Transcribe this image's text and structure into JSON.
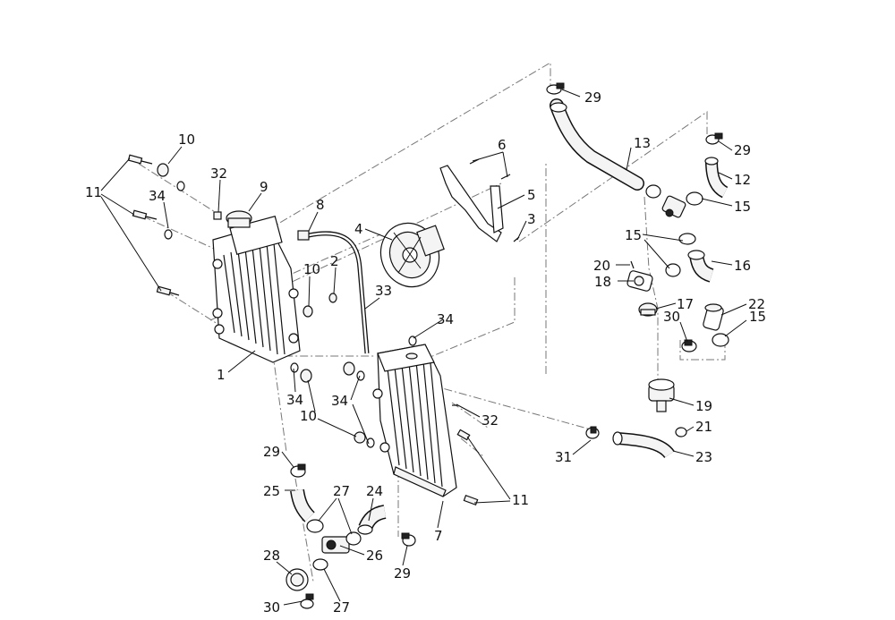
{
  "callouts": [
    {
      "id": "c1",
      "text": "1"
    },
    {
      "id": "c2",
      "text": "2"
    },
    {
      "id": "c3",
      "text": "3"
    },
    {
      "id": "c4",
      "text": "4"
    },
    {
      "id": "c5",
      "text": "5"
    },
    {
      "id": "c6",
      "text": "6"
    },
    {
      "id": "c7",
      "text": "7"
    },
    {
      "id": "c8",
      "text": "8"
    },
    {
      "id": "c9",
      "text": "9"
    },
    {
      "id": "c10a",
      "text": "10"
    },
    {
      "id": "c10b",
      "text": "10"
    },
    {
      "id": "c10c",
      "text": "10"
    },
    {
      "id": "c11a",
      "text": "11"
    },
    {
      "id": "c11b",
      "text": "11"
    },
    {
      "id": "c12",
      "text": "12"
    },
    {
      "id": "c13",
      "text": "13"
    },
    {
      "id": "c15a",
      "text": "15"
    },
    {
      "id": "c15b",
      "text": "15"
    },
    {
      "id": "c15c",
      "text": "15"
    },
    {
      "id": "c16",
      "text": "16"
    },
    {
      "id": "c17",
      "text": "17"
    },
    {
      "id": "c18",
      "text": "18"
    },
    {
      "id": "c19",
      "text": "19"
    },
    {
      "id": "c20",
      "text": "20"
    },
    {
      "id": "c21",
      "text": "21"
    },
    {
      "id": "c22",
      "text": "22"
    },
    {
      "id": "c23",
      "text": "23"
    },
    {
      "id": "c24",
      "text": "24"
    },
    {
      "id": "c25",
      "text": "25"
    },
    {
      "id": "c26",
      "text": "26"
    },
    {
      "id": "c27a",
      "text": "27"
    },
    {
      "id": "c27b",
      "text": "27"
    },
    {
      "id": "c28",
      "text": "28"
    },
    {
      "id": "c29a",
      "text": "29"
    },
    {
      "id": "c29b",
      "text": "29"
    },
    {
      "id": "c29c",
      "text": "29"
    },
    {
      "id": "c29d",
      "text": "29"
    },
    {
      "id": "c30a",
      "text": "30"
    },
    {
      "id": "c30b",
      "text": "30"
    },
    {
      "id": "c31",
      "text": "31"
    },
    {
      "id": "c32a",
      "text": "32"
    },
    {
      "id": "c32b",
      "text": "32"
    },
    {
      "id": "c33",
      "text": "33"
    },
    {
      "id": "c34a",
      "text": "34"
    },
    {
      "id": "c34b",
      "text": "34"
    },
    {
      "id": "c34c",
      "text": "34"
    },
    {
      "id": "c34d",
      "text": "34"
    }
  ]
}
